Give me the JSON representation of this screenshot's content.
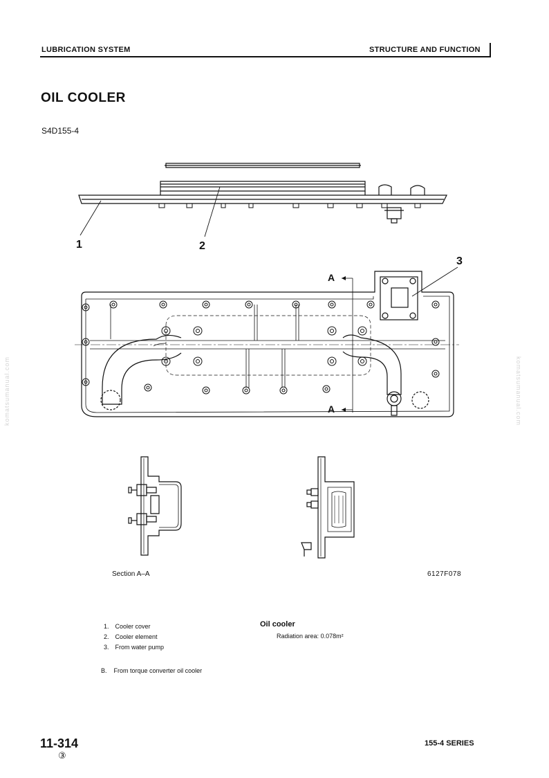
{
  "header": {
    "left": "LUBRICATION SYSTEM",
    "right": "STRUCTURE AND FUNCTION"
  },
  "title": "OIL COOLER",
  "model": "S4D155-4",
  "callouts": {
    "c1": "1",
    "c2": "2",
    "c3": "3",
    "sectA_top": "A",
    "sectA_bottom": "A"
  },
  "section_caption": "Section A–A",
  "figure_code": "6127F078",
  "legend": [
    {
      "num": "1.",
      "text": "Cooler cover"
    },
    {
      "num": "2.",
      "text": "Cooler element"
    },
    {
      "num": "3.",
      "text": "From water pump"
    }
  ],
  "legend_b": {
    "num": "B.",
    "text": "From torque converter oil cooler"
  },
  "spec": {
    "heading": "Oil cooler",
    "line_label": "Radiation area:",
    "line_value": "0.078m²"
  },
  "footer": {
    "page": "11-314",
    "revision": "③",
    "series": "155-4 SERIES"
  },
  "watermark": {
    "left": "komatsumanual.com",
    "right": "komatsumanual.com"
  }
}
